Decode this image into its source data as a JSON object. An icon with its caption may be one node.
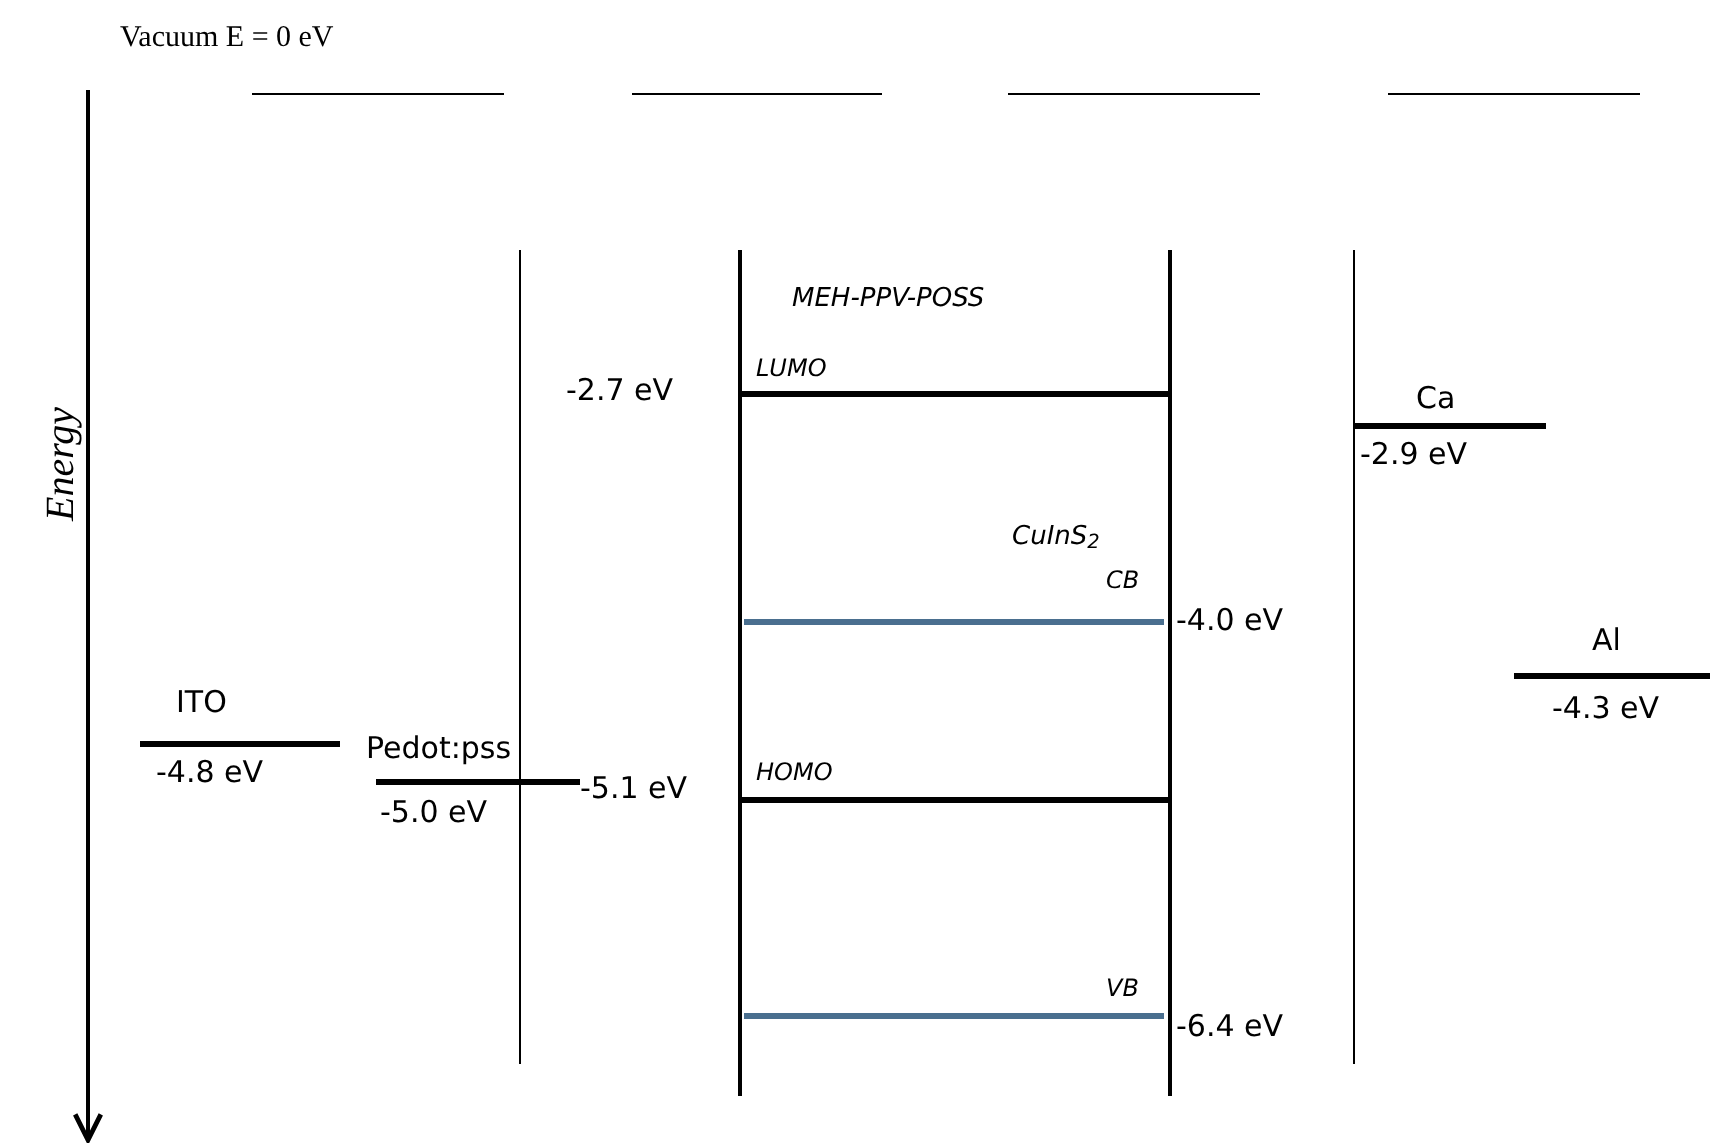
{
  "diagram": {
    "labels": [
      "Vacuum E = 0 eV",
      "Energy",
      "MEH-PPV-POSS",
      "-2.7 eV",
      "LUMO",
      "Ca",
      "-2.9 eV",
      "CuInS$_{2}$",
      "CB",
      "-4.0 eV",
      "Al",
      "ITO",
      "-4.3 eV",
      "-4.8 eV",
      "Pedot:pss",
      "-5.1 eV",
      "HOMO",
      "-5.0 eV",
      "VB",
      "-6.4 eV"
    ]
  }
}
